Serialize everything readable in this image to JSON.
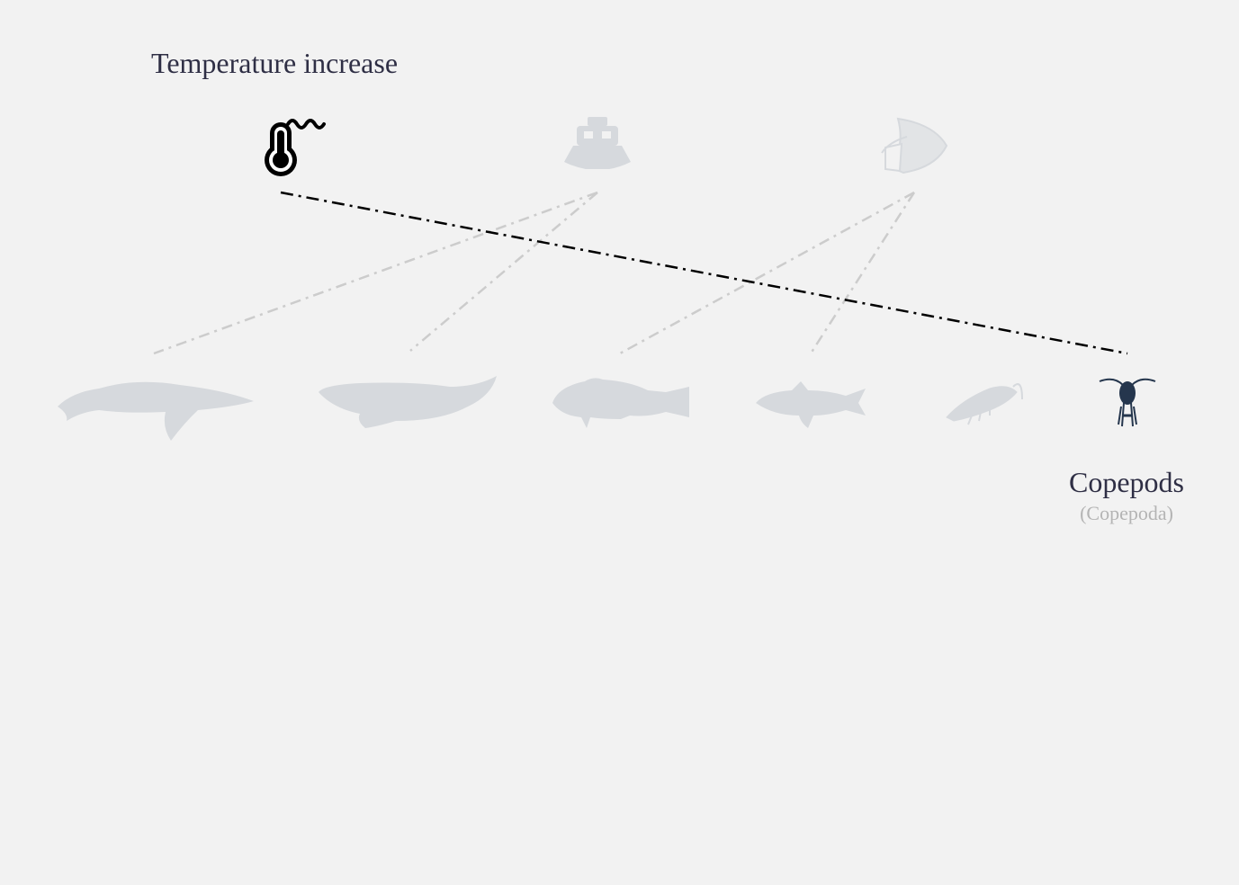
{
  "stressor": {
    "title": "Temperature increase",
    "icon": "thermometer-heat-icon"
  },
  "other_stressors": [
    {
      "icon": "ship-icon",
      "state": "faded"
    },
    {
      "icon": "fishing-net-icon",
      "state": "faded"
    }
  ],
  "species": [
    {
      "icon": "humpback-whale-icon",
      "state": "faded"
    },
    {
      "icon": "right-whale-icon",
      "state": "faded"
    },
    {
      "icon": "cod-fish-icon",
      "state": "faded"
    },
    {
      "icon": "catfish-icon",
      "state": "faded"
    },
    {
      "icon": "krill-icon",
      "state": "faded"
    },
    {
      "icon": "copepod-icon",
      "state": "highlighted"
    }
  ],
  "highlighted_species": {
    "name": "Copepods",
    "scientific_name": "(Copepoda)"
  },
  "colors": {
    "background": "#f2f2f2",
    "active_link": "#000000",
    "faded_link": "#cccccc",
    "faded_icon": "#d6d9dd",
    "copepod": "#25364d",
    "label": "#2f2f45",
    "sublabel": "#b4b4b4"
  }
}
